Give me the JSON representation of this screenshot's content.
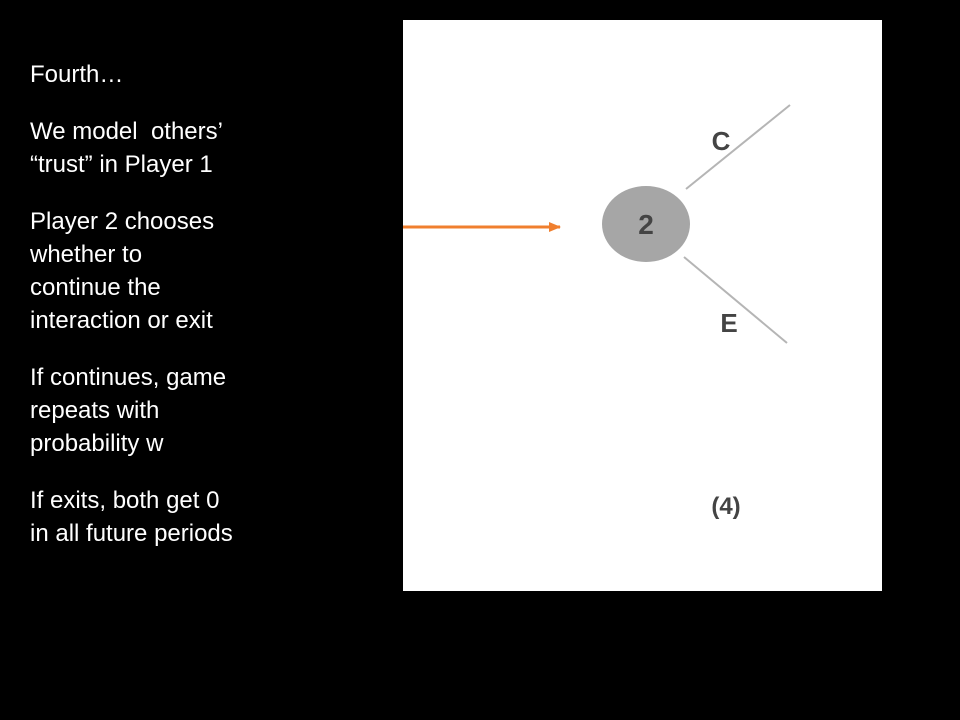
{
  "text_panel": {
    "paragraphs": [
      [
        "Fourth…"
      ],
      [
        "We model  others’",
        "“trust” in Player 1"
      ],
      [
        "Player 2 chooses",
        "whether to",
        "continue the",
        "interaction or exit"
      ],
      [
        "If continues, game",
        "repeats with",
        "probability w"
      ],
      [
        "If exits, both get 0",
        "in all future periods"
      ]
    ]
  },
  "diagram": {
    "node_label": "2",
    "branch_continue_label": "C",
    "branch_exit_label": "E",
    "payoff_label": "(4)",
    "colors": {
      "arrow": "#f07f2e",
      "node": "#a6a6a6",
      "node_text": "#ffffff",
      "branch": "#b5b5b5",
      "label": "#444444"
    }
  }
}
